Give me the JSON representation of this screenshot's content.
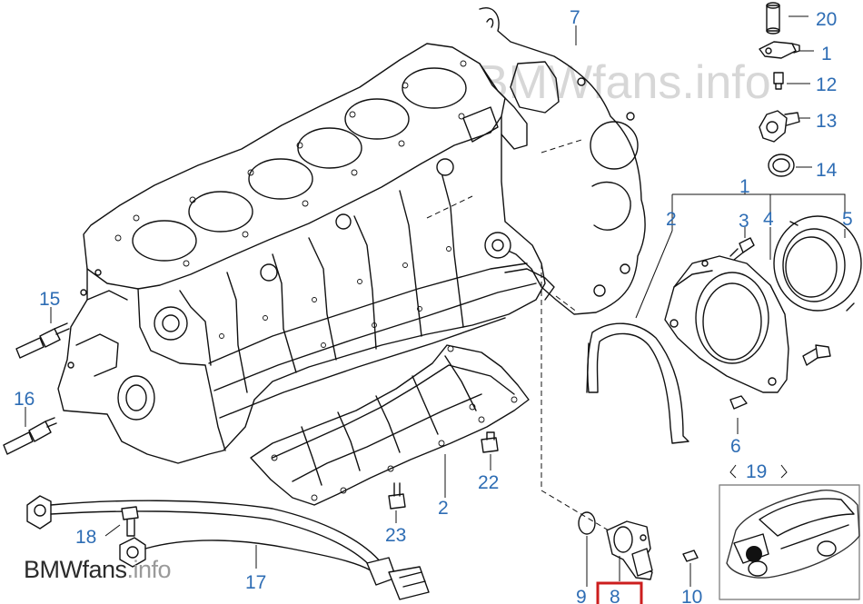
{
  "watermark": {
    "center": "BMWfans.info",
    "corner_bmw": "BMW",
    "corner_fans": "fans",
    "corner_info": ".info"
  },
  "callouts": [
    {
      "id": "1",
      "label": "1"
    },
    {
      "id": "2",
      "label": "2"
    },
    {
      "id": "3",
      "label": "3"
    },
    {
      "id": "4",
      "label": "4"
    },
    {
      "id": "5",
      "label": "5"
    },
    {
      "id": "6",
      "label": "6"
    },
    {
      "id": "7",
      "label": "7"
    },
    {
      "id": "8",
      "label": "8"
    },
    {
      "id": "9",
      "label": "9"
    },
    {
      "id": "10",
      "label": "10"
    },
    {
      "id": "11",
      "label": "1"
    },
    {
      "id": "12",
      "label": "12"
    },
    {
      "id": "13",
      "label": "13"
    },
    {
      "id": "14",
      "label": "14"
    },
    {
      "id": "15",
      "label": "15"
    },
    {
      "id": "16",
      "label": "16"
    },
    {
      "id": "17",
      "label": "17"
    },
    {
      "id": "18",
      "label": "18"
    },
    {
      "id": "19",
      "label": "19"
    },
    {
      "id": "20",
      "label": "20"
    },
    {
      "id": "21",
      "label": "2"
    },
    {
      "id": "22",
      "label": "22"
    },
    {
      "id": "23",
      "label": "23"
    }
  ],
  "highlight": {
    "callout": "8",
    "color": "#cc1e1e"
  },
  "colors": {
    "callout": "#2e6db4",
    "line": "#111111",
    "watermark": "#d7d7d7"
  }
}
